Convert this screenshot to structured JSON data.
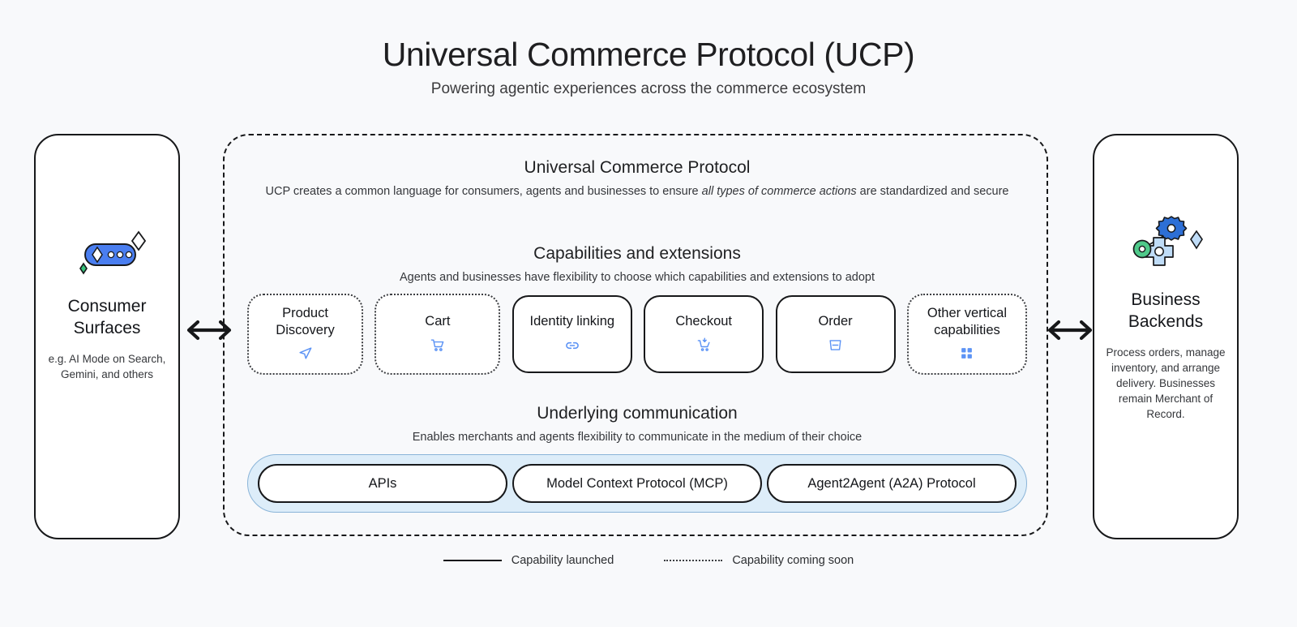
{
  "header": {
    "title": "Universal Commerce Protocol (UCP)",
    "subtitle": "Powering agentic experiences across the commerce ecosystem"
  },
  "left_panel": {
    "icon": "ai-chat-sparkle-icon",
    "title": "Consumer Surfaces",
    "description": "e.g. AI Mode on Search, Gemini, and others"
  },
  "right_panel": {
    "icon": "gears-sparkle-icon",
    "title": "Business Backends",
    "description": "Process orders, manage inventory, and arrange delivery. Businesses remain Merchant of Record."
  },
  "arrows": {
    "left": "bidirectional-arrow-icon",
    "right": "bidirectional-arrow-icon"
  },
  "ucp": {
    "protocol": {
      "heading": "Universal Commerce Protocol",
      "sub_before": "UCP creates a common language for consumers, agents and businesses to ensure ",
      "sub_italic": "all types of commerce actions",
      "sub_after": " are standardized and secure"
    },
    "capabilities": {
      "heading": "Capabilities and extensions",
      "sub": "Agents and businesses have flexibility to choose which capabilities and extensions to adopt",
      "cards": [
        {
          "label": "Product Discovery",
          "icon": "navigation-send-icon",
          "status": "soon",
          "width_class": "w-pd"
        },
        {
          "label": "Cart",
          "icon": "shopping-cart-icon",
          "status": "soon",
          "width_class": "w-cart"
        },
        {
          "label": "Identity linking",
          "icon": "link-icon",
          "status": "launched",
          "width_class": "w-idl"
        },
        {
          "label": "Checkout",
          "icon": "cart-checkout-icon",
          "status": "launched",
          "width_class": "w-chk"
        },
        {
          "label": "Order",
          "icon": "order-box-icon",
          "status": "launched",
          "width_class": "w-ord"
        },
        {
          "label": "Other vertical capabilities",
          "icon": "grid-apps-icon",
          "status": "soon",
          "width_class": "w-oth"
        }
      ]
    },
    "communication": {
      "heading": "Underlying communication",
      "sub": "Enables merchants and agents flexibility to communicate in the medium of their choice",
      "pills": [
        {
          "label": "APIs",
          "width_class": "p-api"
        },
        {
          "label": "Model Context Protocol (MCP)",
          "width_class": "p-mcp"
        },
        {
          "label": "Agent2Agent (A2A) Protocol",
          "width_class": "p-a2a"
        }
      ]
    }
  },
  "legend": [
    {
      "style": "solid",
      "label": "Capability launched"
    },
    {
      "style": "dotted",
      "label": "Capability coming soon"
    }
  ],
  "colors": {
    "background": "#f8f9fb",
    "stroke": "#17181a",
    "icon_blue": "#5c93f5",
    "strip_blue": "#ddedf9",
    "strip_border": "#8ab4d8",
    "accent_blue": "#4a7ef0",
    "accent_green": "#34c27a"
  }
}
